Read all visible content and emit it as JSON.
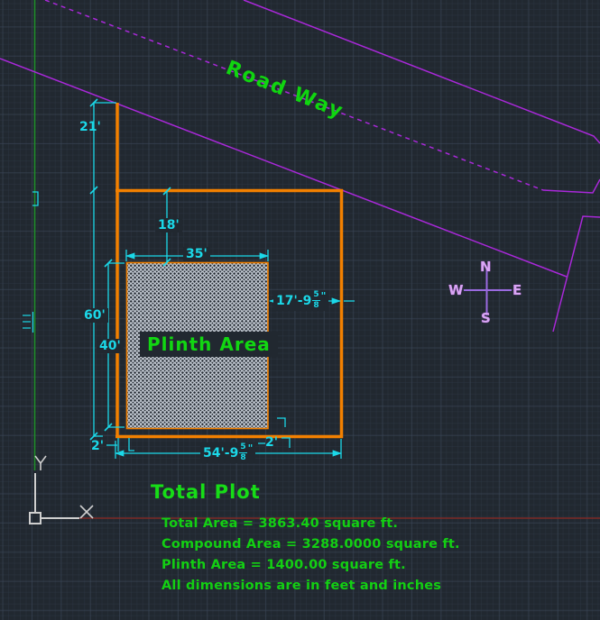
{
  "app": {
    "name": "cad-model-space",
    "colors": {
      "background": "#212830",
      "wall_orange": "#f28000",
      "dimension_cyan": "#1bd8e8",
      "road_magenta": "#a928d9",
      "text_green": "#13cf13",
      "hatch_gray": "#ccd3dc",
      "compass_letters": "#d9a5f4",
      "compass_lines": "#9a6ae0",
      "ucs_gray": "#cfcfcf",
      "baseline_red": "#8f2a24",
      "property_line_green": "#1f8d2a"
    }
  },
  "road": {
    "label": "Road Way"
  },
  "compass": {
    "n": "N",
    "e": "E",
    "s": "S",
    "w": "W"
  },
  "dimensions": {
    "frontage": "21'",
    "setback": "18'",
    "plinth_width": "35'",
    "compound_height": "60'",
    "plinth_height": "40'",
    "gap_left": "2'",
    "gap_right": "2'",
    "compound_width": {
      "prefix": "54'-9",
      "frac_num": "5",
      "frac_den": "8",
      "suffix": "\""
    },
    "right_offset": {
      "prefix": "17'-9",
      "frac_num": "5",
      "frac_den": "8",
      "suffix": "\""
    }
  },
  "plinth": {
    "label": "Plinth Area"
  },
  "summary": {
    "title": "Total Plot",
    "lines": [
      "Total Area = 3863.40 square ft.",
      "Compound Area = 3288.0000 square ft.",
      "Plinth Area = 1400.00 square ft.",
      "All dimensions are in feet and inches"
    ]
  },
  "ucs": {
    "x_label": "X",
    "y_label": "Y"
  }
}
